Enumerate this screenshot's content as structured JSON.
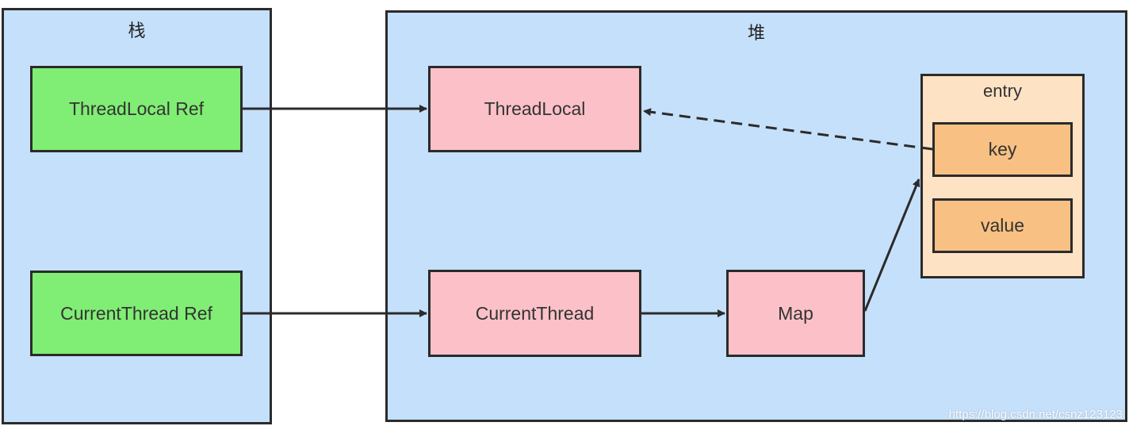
{
  "stack": {
    "title": "栈"
  },
  "heap": {
    "title": "堆"
  },
  "stack_items": {
    "threadlocal_ref": "ThreadLocal Ref",
    "currentthread_ref": "CurrentThread Ref"
  },
  "heap_items": {
    "threadlocal": "ThreadLocal",
    "currentthread": "CurrentThread",
    "map": "Map"
  },
  "entry": {
    "title": "entry",
    "key": "key",
    "value": "value"
  },
  "watermark": "https://blog.csdn.net/csnz123123",
  "colors": {
    "panel": "#c5e0fb",
    "stack_box": "#80ed74",
    "heap_box": "#fcc1c8",
    "entry_bg": "#fde2c4",
    "entry_item": "#f8c083",
    "stroke": "#2b2b2b"
  }
}
